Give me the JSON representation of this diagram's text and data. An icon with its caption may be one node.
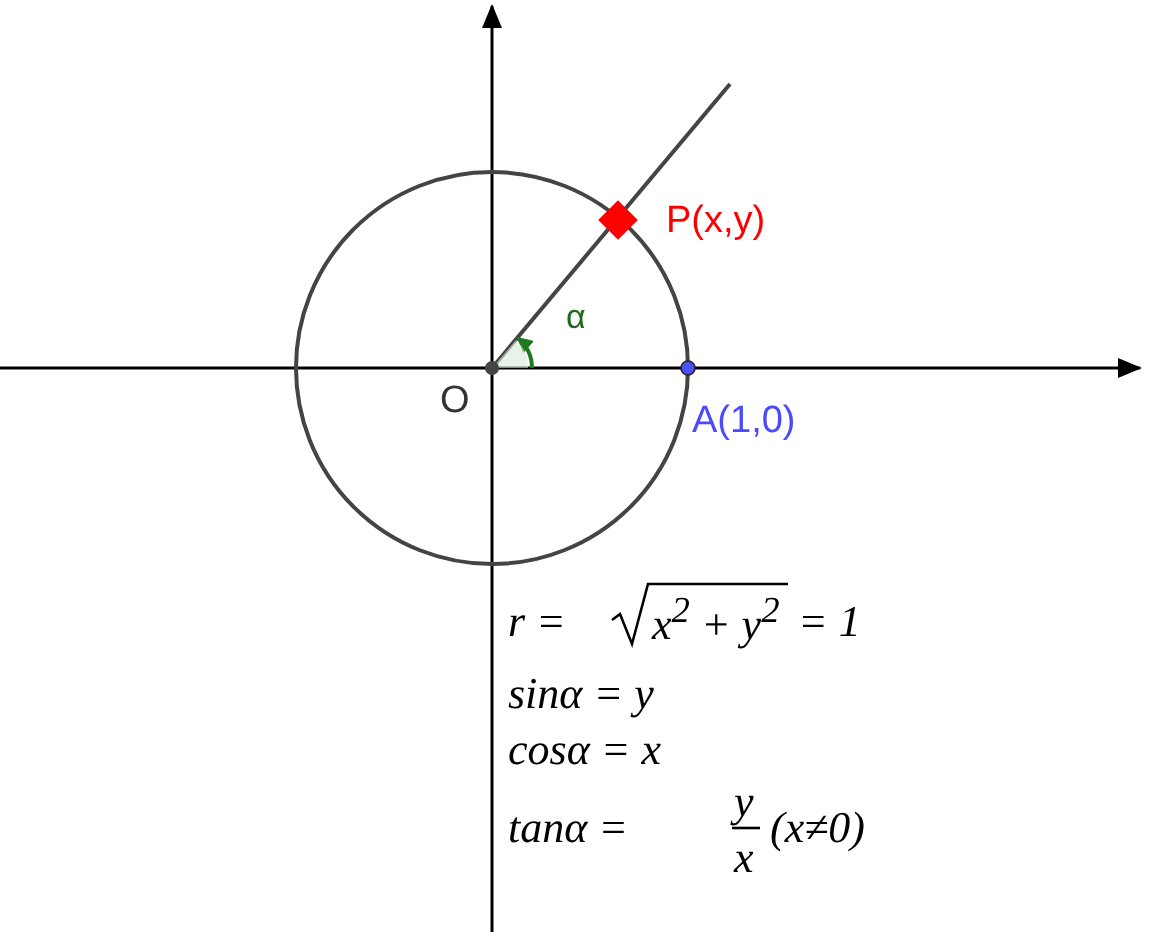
{
  "diagram": {
    "labels": [
      "P(x,y)",
      "α",
      "O",
      "A(1,0)",
      "r =",
      "x$^{2}$ + y$^{2}$",
      "= 1",
      "sinα = y",
      "cosα = x",
      "tanα =",
      "y",
      "x",
      "(x≠0)"
    ]
  }
}
